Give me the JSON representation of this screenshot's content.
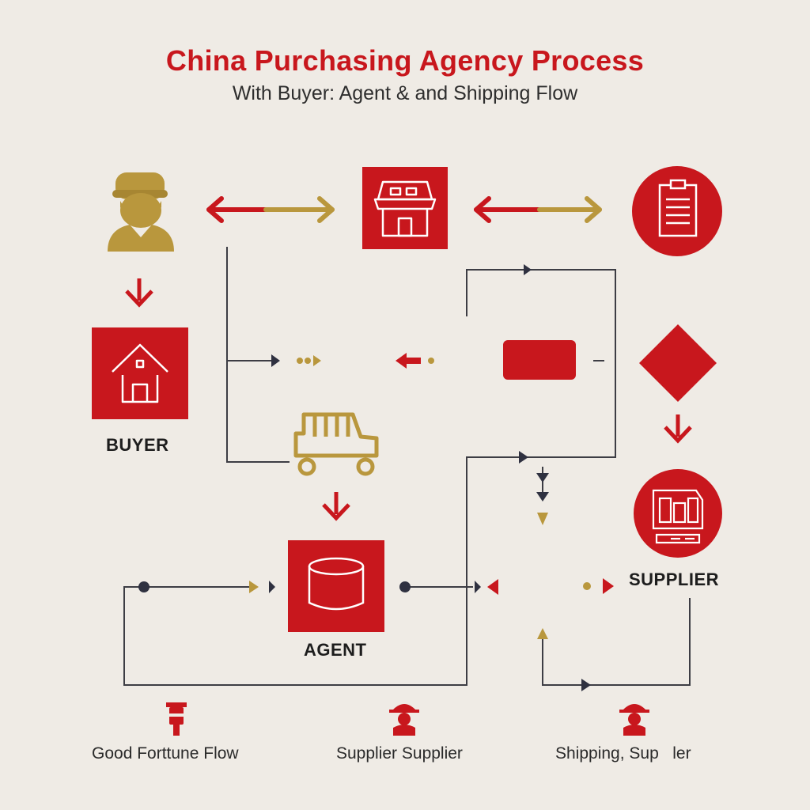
{
  "header": {
    "title": "China Purchasing Agency Process",
    "subtitle": "With Buyer: Agent & and Shipping Flow"
  },
  "nodes": {
    "buyer": {
      "label": "BUYER",
      "icon": "house-icon"
    },
    "agent": {
      "label": "AGENT",
      "icon": "cylinder-icon"
    },
    "supplier": {
      "label": "SUPPLIER",
      "icon": "factory-icon"
    },
    "person": {
      "icon": "person-icon"
    },
    "store": {
      "icon": "storefront-icon"
    },
    "document": {
      "icon": "clipboard-icon"
    },
    "process_block": {
      "icon": "rectangle-icon"
    },
    "decision": {
      "icon": "diamond-icon"
    },
    "truck": {
      "icon": "truck-icon"
    }
  },
  "footer": {
    "items": [
      {
        "label": "Good Forttune Flow",
        "icon": "lantern-icon"
      },
      {
        "label": "Supplier Supplier",
        "icon": "worker-icon"
      },
      {
        "label": "Shipping, Sup   ler",
        "icon": "worker-icon"
      }
    ]
  },
  "colors": {
    "red": "#c8171d",
    "gold": "#b9973d",
    "line": "#3d3d44",
    "background": "#efebe5"
  }
}
